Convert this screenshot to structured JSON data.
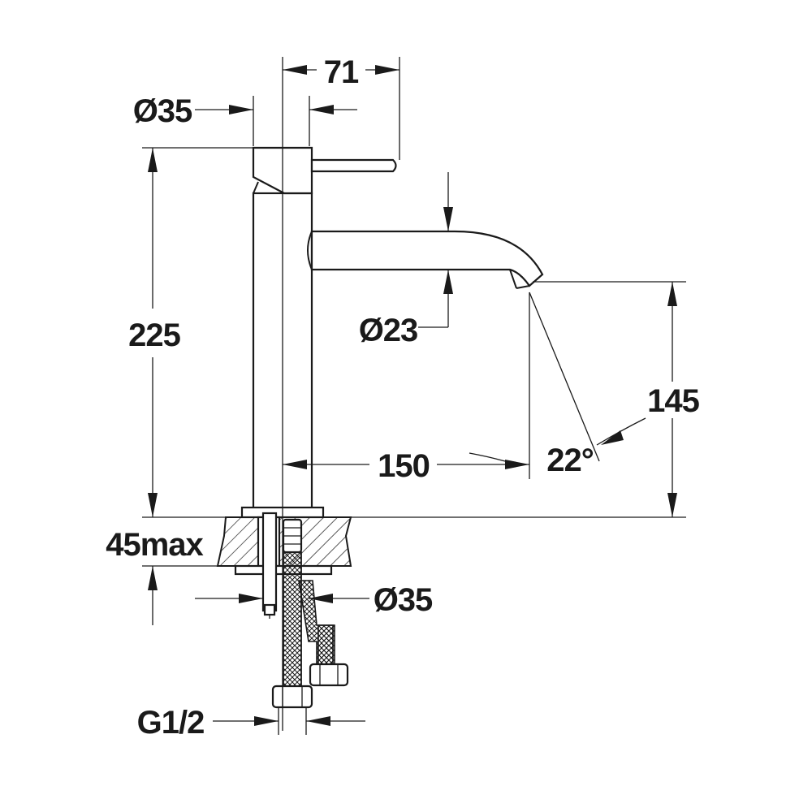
{
  "drawing": {
    "colors": {
      "line": "#1a1a1a",
      "background": "#ffffff"
    },
    "dimensions": {
      "lever_reach": "71",
      "body_diameter_top": "Ø35",
      "spout_diameter": "Ø23",
      "total_height": "225",
      "spout_height": "145",
      "spout_reach": "150",
      "spout_angle": "22°",
      "deck_thickness": "45max",
      "mounting_diameter": "Ø35",
      "connection_thread": "G1/2"
    }
  }
}
